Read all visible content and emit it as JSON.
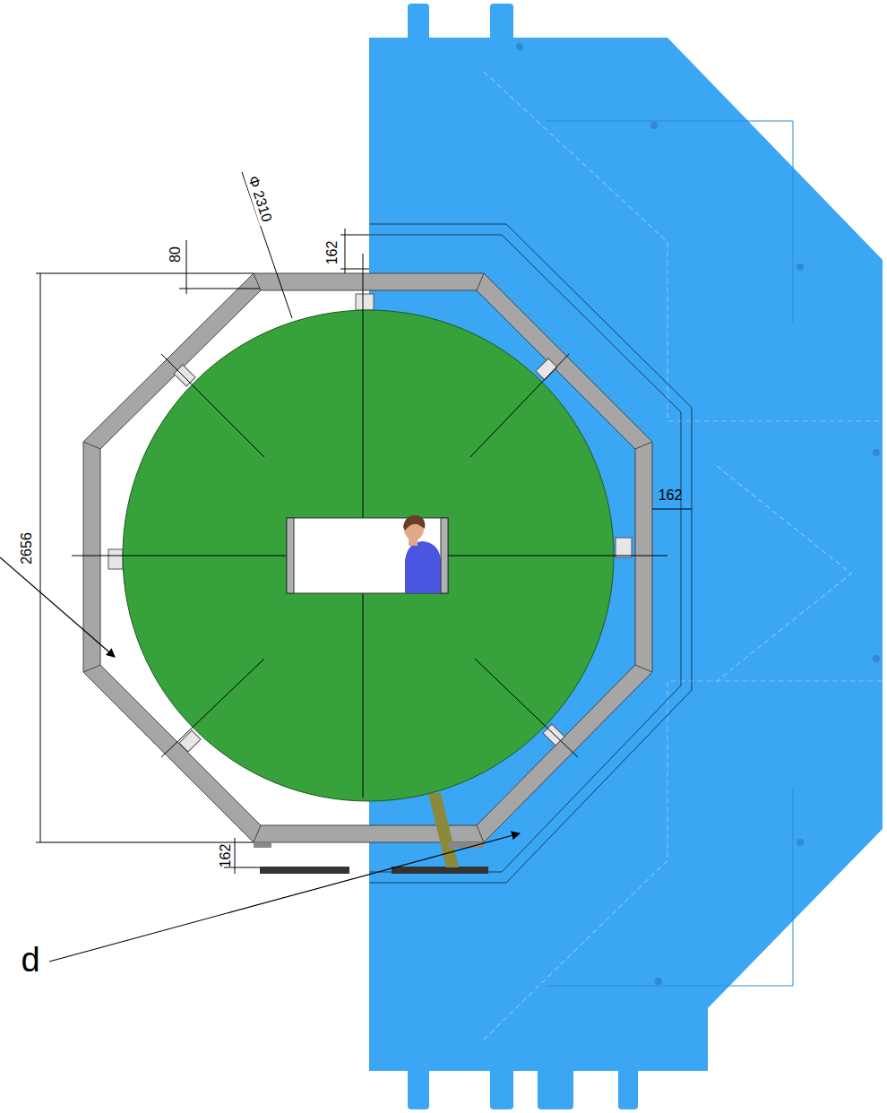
{
  "diagram": {
    "labels": [
      "Φ 2310",
      "80",
      "162",
      "162",
      "2656",
      "162",
      "d"
    ]
  }
}
